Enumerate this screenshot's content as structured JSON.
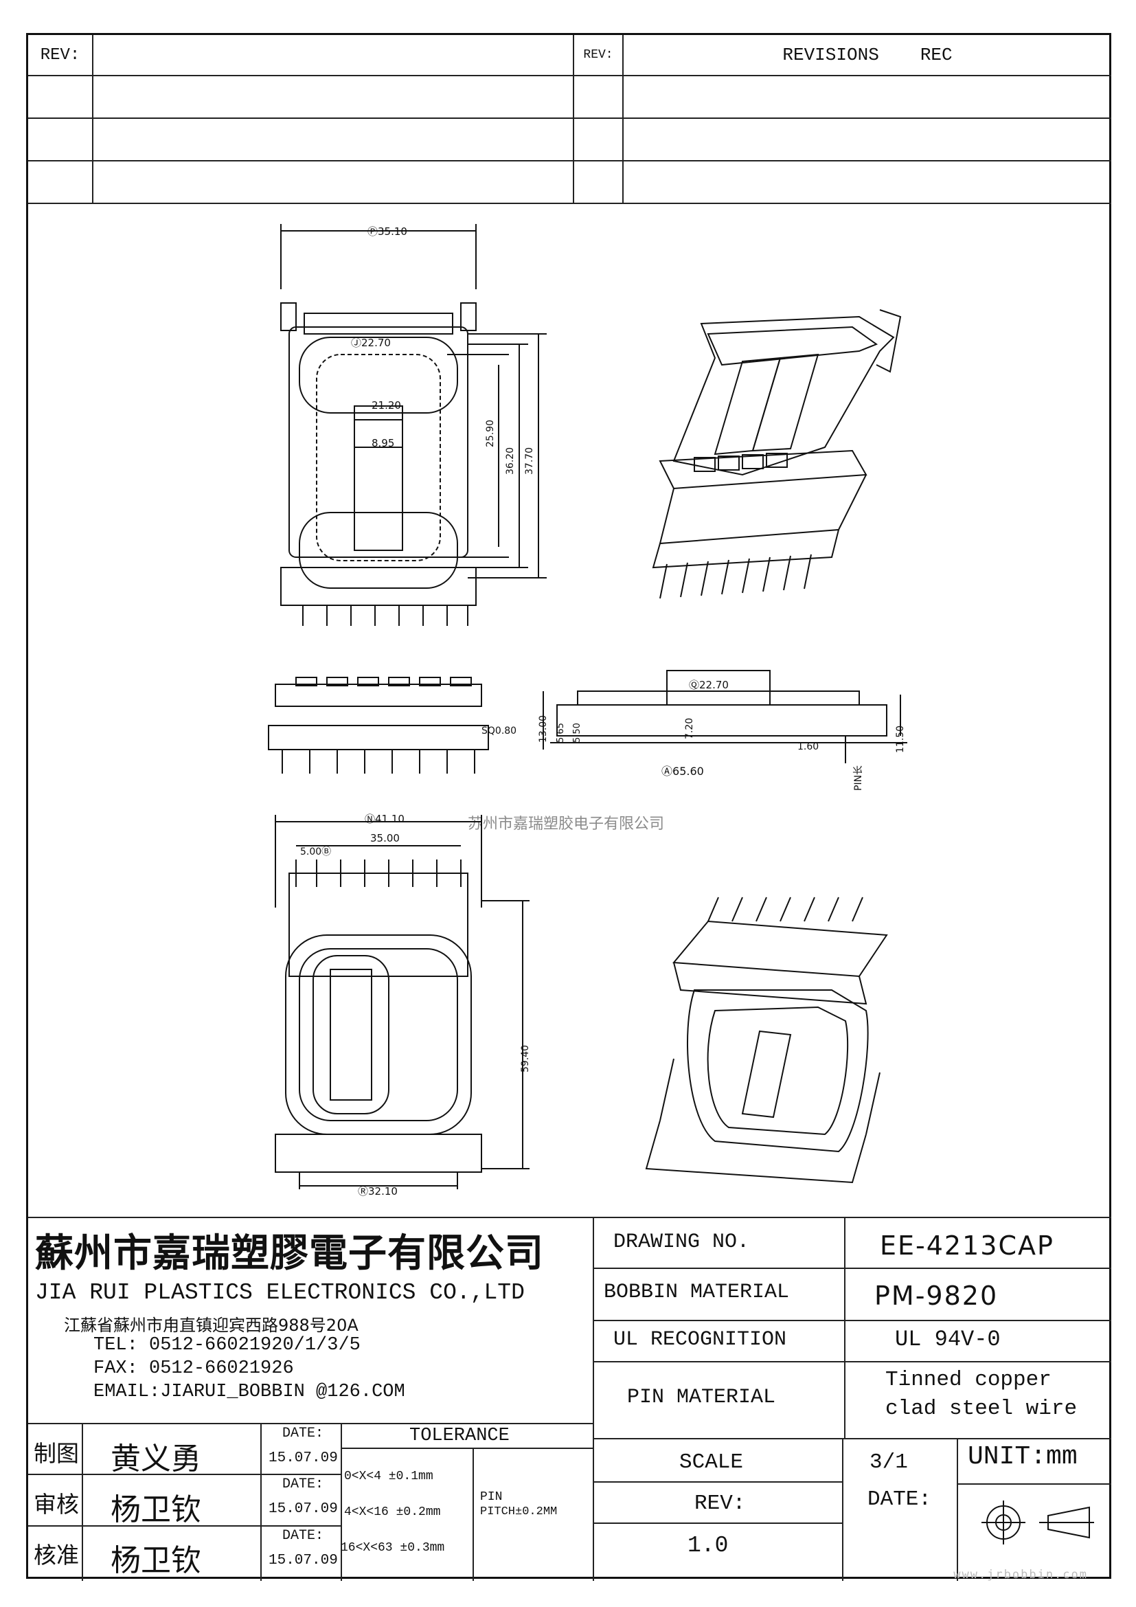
{
  "revisions": {
    "rev_label_left": "REV:",
    "rev_label_right": "REV:",
    "revisions_header": "REVISIONS",
    "rec_header": "REC"
  },
  "dimensions": {
    "top_view": {
      "p": "35.10",
      "j": "22.70",
      "i": "21.20",
      "g": "8.95",
      "h": "25.90",
      "k": "36.20",
      "m": "37.70"
    },
    "side_view": {
      "sq": "SQ0.80",
      "c": "13.00",
      "d1": "5.65",
      "d2": "5.50",
      "e": "7.20",
      "q": "22.70",
      "total_h": "11.50",
      "pin_offset": "1.60",
      "a": "65.60",
      "pin_label": "PIN长"
    },
    "bottom_view": {
      "n": "41.10",
      "inner": "35.00",
      "b": "5.00",
      "o": "59.40",
      "r": "32.10"
    }
  },
  "watermark_text": "苏州市嘉瑞塑胶电子有限公司",
  "company": {
    "name_cn": "蘇州市嘉瑞塑膠電子有限公司",
    "name_en": "JIA RUI PLASTICS ELECTRONICS CO.,LTD",
    "address": "江蘇省蘇州市甪直镇迎宾西路988号20A",
    "tel": "TEL: 0512-66021920/1/3/5",
    "fax": "FAX: 0512-66021926",
    "email": "EMAIL:JIARUI_BOBBIN @126.COM"
  },
  "spec": {
    "drawing_no_label": "DRAWING   NO.",
    "drawing_no_value": "EE-4213CAP",
    "bobbin_material_label": "BOBBIN   MATERIAL",
    "bobbin_material_value": "PM-9820",
    "ul_label": "UL RECOGNITION",
    "ul_value": "UL 94V-0",
    "pin_material_label": "PIN MATERIAL",
    "pin_material_value_1": "Tinned copper",
    "pin_material_value_2": "clad steel wire",
    "scale_label": "SCALE",
    "scale_value": "3/1",
    "unit_label": "UNIT:mm",
    "rev_label": "REV:",
    "rev_value": "1.0",
    "date_label": "DATE:"
  },
  "signoff": [
    {
      "role": "制图",
      "name": "黄义勇",
      "date_label": "DATE:",
      "date": "15.07.09"
    },
    {
      "role": "审核",
      "name": "杨卫钦",
      "date_label": "DATE:",
      "date": "15.07.09"
    },
    {
      "role": "核准",
      "name": "杨卫钦",
      "date_label": "DATE:",
      "date": "15.07.09"
    }
  ],
  "tolerance": {
    "header": "TOLERANCE",
    "rows": [
      "0<X<4  ±0.1mm",
      "4<X<16 ±0.2mm",
      "16<X<63 ±0.3mm"
    ],
    "pin_label": "PIN",
    "pin_pitch": "PITCH±0.2MM"
  },
  "site": "www.jrbobbin.com"
}
